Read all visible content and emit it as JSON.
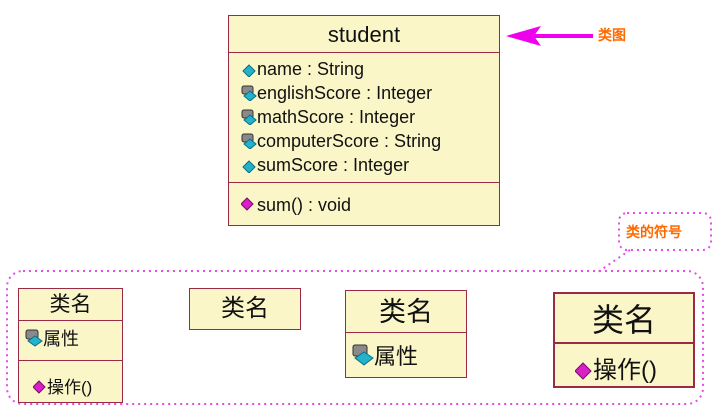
{
  "colors": {
    "class_fill": "#fbf6c8",
    "class_border": "#9a2a46",
    "arrow": "#ee00ee",
    "dotted": "#e64ce6",
    "callout_text": "#ff6a00",
    "public_icon": "#22b3c9",
    "protected_icon": "#8a8a8a",
    "operation_icon": "#d820c6"
  },
  "student_class": {
    "name": "student",
    "attributes": [
      {
        "text": "name : String",
        "visibility_icon": "public-attribute-icon"
      },
      {
        "text": "englishScore : Integer",
        "visibility_icon": "protected-attribute-icon"
      },
      {
        "text": "mathScore : Integer",
        "visibility_icon": "protected-attribute-icon"
      },
      {
        "text": "computerScore : String",
        "visibility_icon": "protected-attribute-icon"
      },
      {
        "text": "sumScore : Integer",
        "visibility_icon": "public-attribute-icon"
      }
    ],
    "operations": [
      {
        "text": "sum() : void",
        "visibility_icon": "operation-icon"
      }
    ]
  },
  "callouts": {
    "class_diagram": "类图",
    "class_symbols": "类的符号"
  },
  "symbols": {
    "full": {
      "name": "类名",
      "attribute": "属性",
      "operation": "操作()"
    },
    "name_only": {
      "name": "类名"
    },
    "attr_only": {
      "name": "类名",
      "attribute": "属性"
    },
    "op_only": {
      "name": "类名",
      "operation": "操作()"
    }
  }
}
